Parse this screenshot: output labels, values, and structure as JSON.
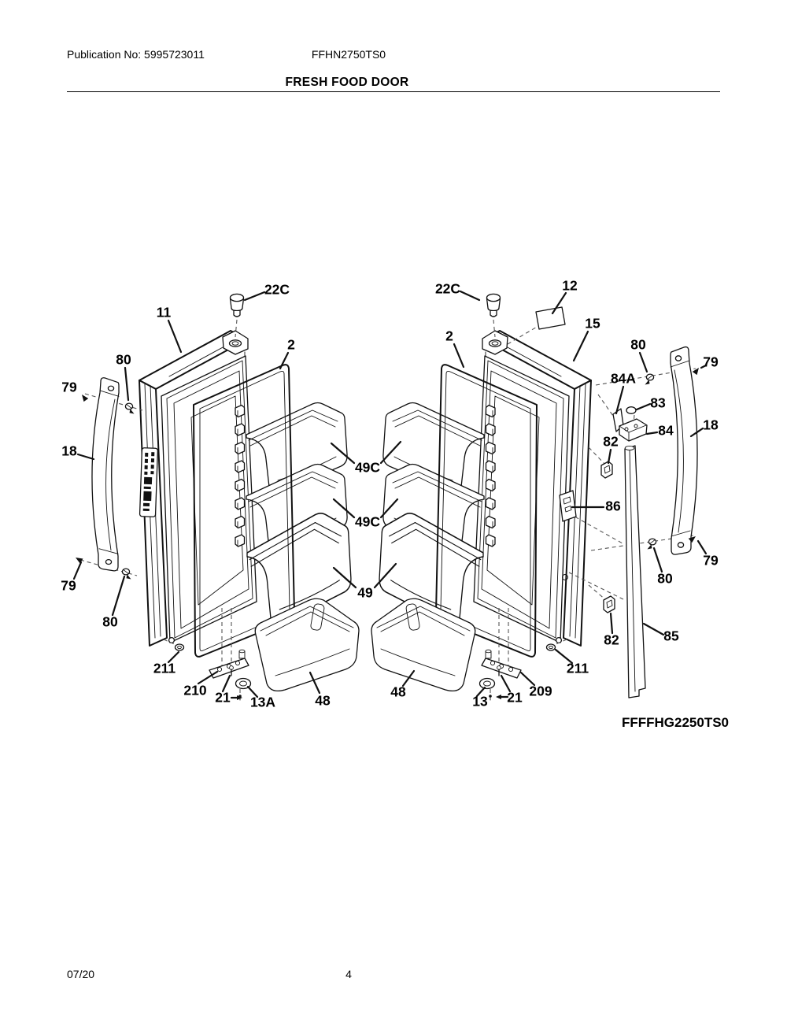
{
  "header": {
    "publication": "Publication No: 5995723011",
    "model": "FFHN2750TS0",
    "title": "FRESH FOOD DOOR"
  },
  "diagram": {
    "submodel": "FFFFHG2250TS0",
    "labels": [
      {
        "id": "11",
        "text": "11"
      },
      {
        "id": "22c-left",
        "text": "22C"
      },
      {
        "id": "2-left",
        "text": "2"
      },
      {
        "id": "80-top-left",
        "text": "80"
      },
      {
        "id": "79-top-left",
        "text": "79"
      },
      {
        "id": "18-left",
        "text": "18"
      },
      {
        "id": "79-bottom-left",
        "text": "79"
      },
      {
        "id": "80-bottom-left",
        "text": "80"
      },
      {
        "id": "211-left",
        "text": "211"
      },
      {
        "id": "210",
        "text": "210"
      },
      {
        "id": "21-left",
        "text": "21"
      },
      {
        "id": "13a",
        "text": "13A"
      },
      {
        "id": "48-left",
        "text": "48"
      },
      {
        "id": "49c-top",
        "text": "49C"
      },
      {
        "id": "49c-mid",
        "text": "49C"
      },
      {
        "id": "49",
        "text": "49"
      },
      {
        "id": "22c-right",
        "text": "22C"
      },
      {
        "id": "12",
        "text": "12"
      },
      {
        "id": "15",
        "text": "15"
      },
      {
        "id": "2-right",
        "text": "2"
      },
      {
        "id": "80-top-right",
        "text": "80"
      },
      {
        "id": "79-top-right",
        "text": "79"
      },
      {
        "id": "84a",
        "text": "84A"
      },
      {
        "id": "83",
        "text": "83"
      },
      {
        "id": "84",
        "text": "84"
      },
      {
        "id": "18-right",
        "text": "18"
      },
      {
        "id": "82-top",
        "text": "82"
      },
      {
        "id": "86",
        "text": "86"
      },
      {
        "id": "79-bottom-right",
        "text": "79"
      },
      {
        "id": "80-bottom-right",
        "text": "80"
      },
      {
        "id": "82-bottom",
        "text": "82"
      },
      {
        "id": "85",
        "text": "85"
      },
      {
        "id": "211-right",
        "text": "211"
      },
      {
        "id": "209",
        "text": "209"
      },
      {
        "id": "21-right",
        "text": "21"
      },
      {
        "id": "13",
        "text": "13"
      },
      {
        "id": "48-right",
        "text": "48"
      }
    ]
  },
  "footer": {
    "date": "07/20",
    "page": "4"
  }
}
